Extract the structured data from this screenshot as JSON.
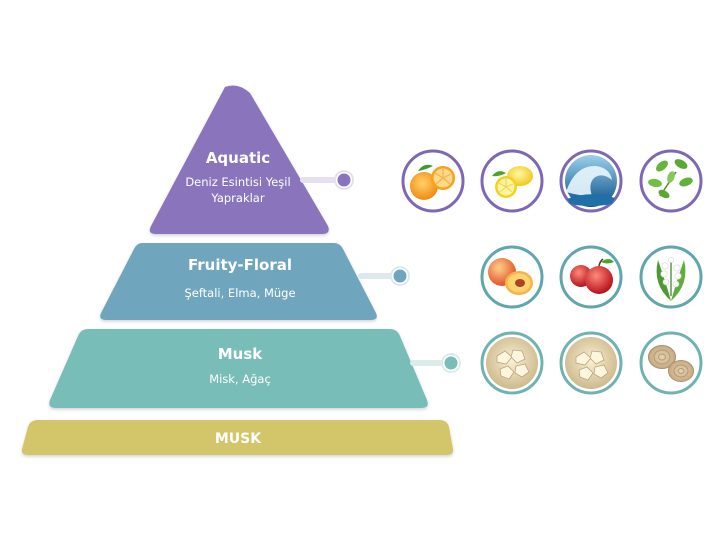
{
  "tiers": [
    {
      "title": "Aquatic",
      "notes_line1": "Deniz Esintisi Yeşil",
      "notes_line2": "Yapraklar",
      "color": "#8a74bd",
      "connector_color": "#e5e0f0",
      "ingredients": [
        {
          "name": "orange",
          "icon": "orange-icon"
        },
        {
          "name": "lemon",
          "icon": "lemon-icon"
        },
        {
          "name": "ocean wave",
          "icon": "wave-icon"
        },
        {
          "name": "green leaves",
          "icon": "leaf-icon"
        }
      ]
    },
    {
      "title": "Fruity-Floral",
      "notes_line1": "Şeftali, Elma, Müge",
      "color": "#6fa6bd",
      "connector_color": "#dde9ef",
      "ingredients": [
        {
          "name": "peach",
          "icon": "peach-icon"
        },
        {
          "name": "apple",
          "icon": "apple-icon"
        },
        {
          "name": "lily of the valley",
          "icon": "lily-icon"
        }
      ]
    },
    {
      "title": "Musk",
      "notes_line1": "Misk, Ağaç",
      "color": "#79bdb8",
      "connector_color": "#dcecea",
      "ingredients": [
        {
          "name": "musk crystals",
          "icon": "musk-crystal-icon"
        },
        {
          "name": "musk crystals",
          "icon": "musk-crystal-icon"
        },
        {
          "name": "wood slices",
          "icon": "wood-icon"
        }
      ]
    }
  ],
  "base": {
    "label": "MUSK",
    "color": "#d3c56a"
  },
  "colors": {
    "ring_purple": "#7e68b6",
    "ring_teal": "#5fa6ae",
    "ring_teal_light": "#6fb3b0"
  }
}
